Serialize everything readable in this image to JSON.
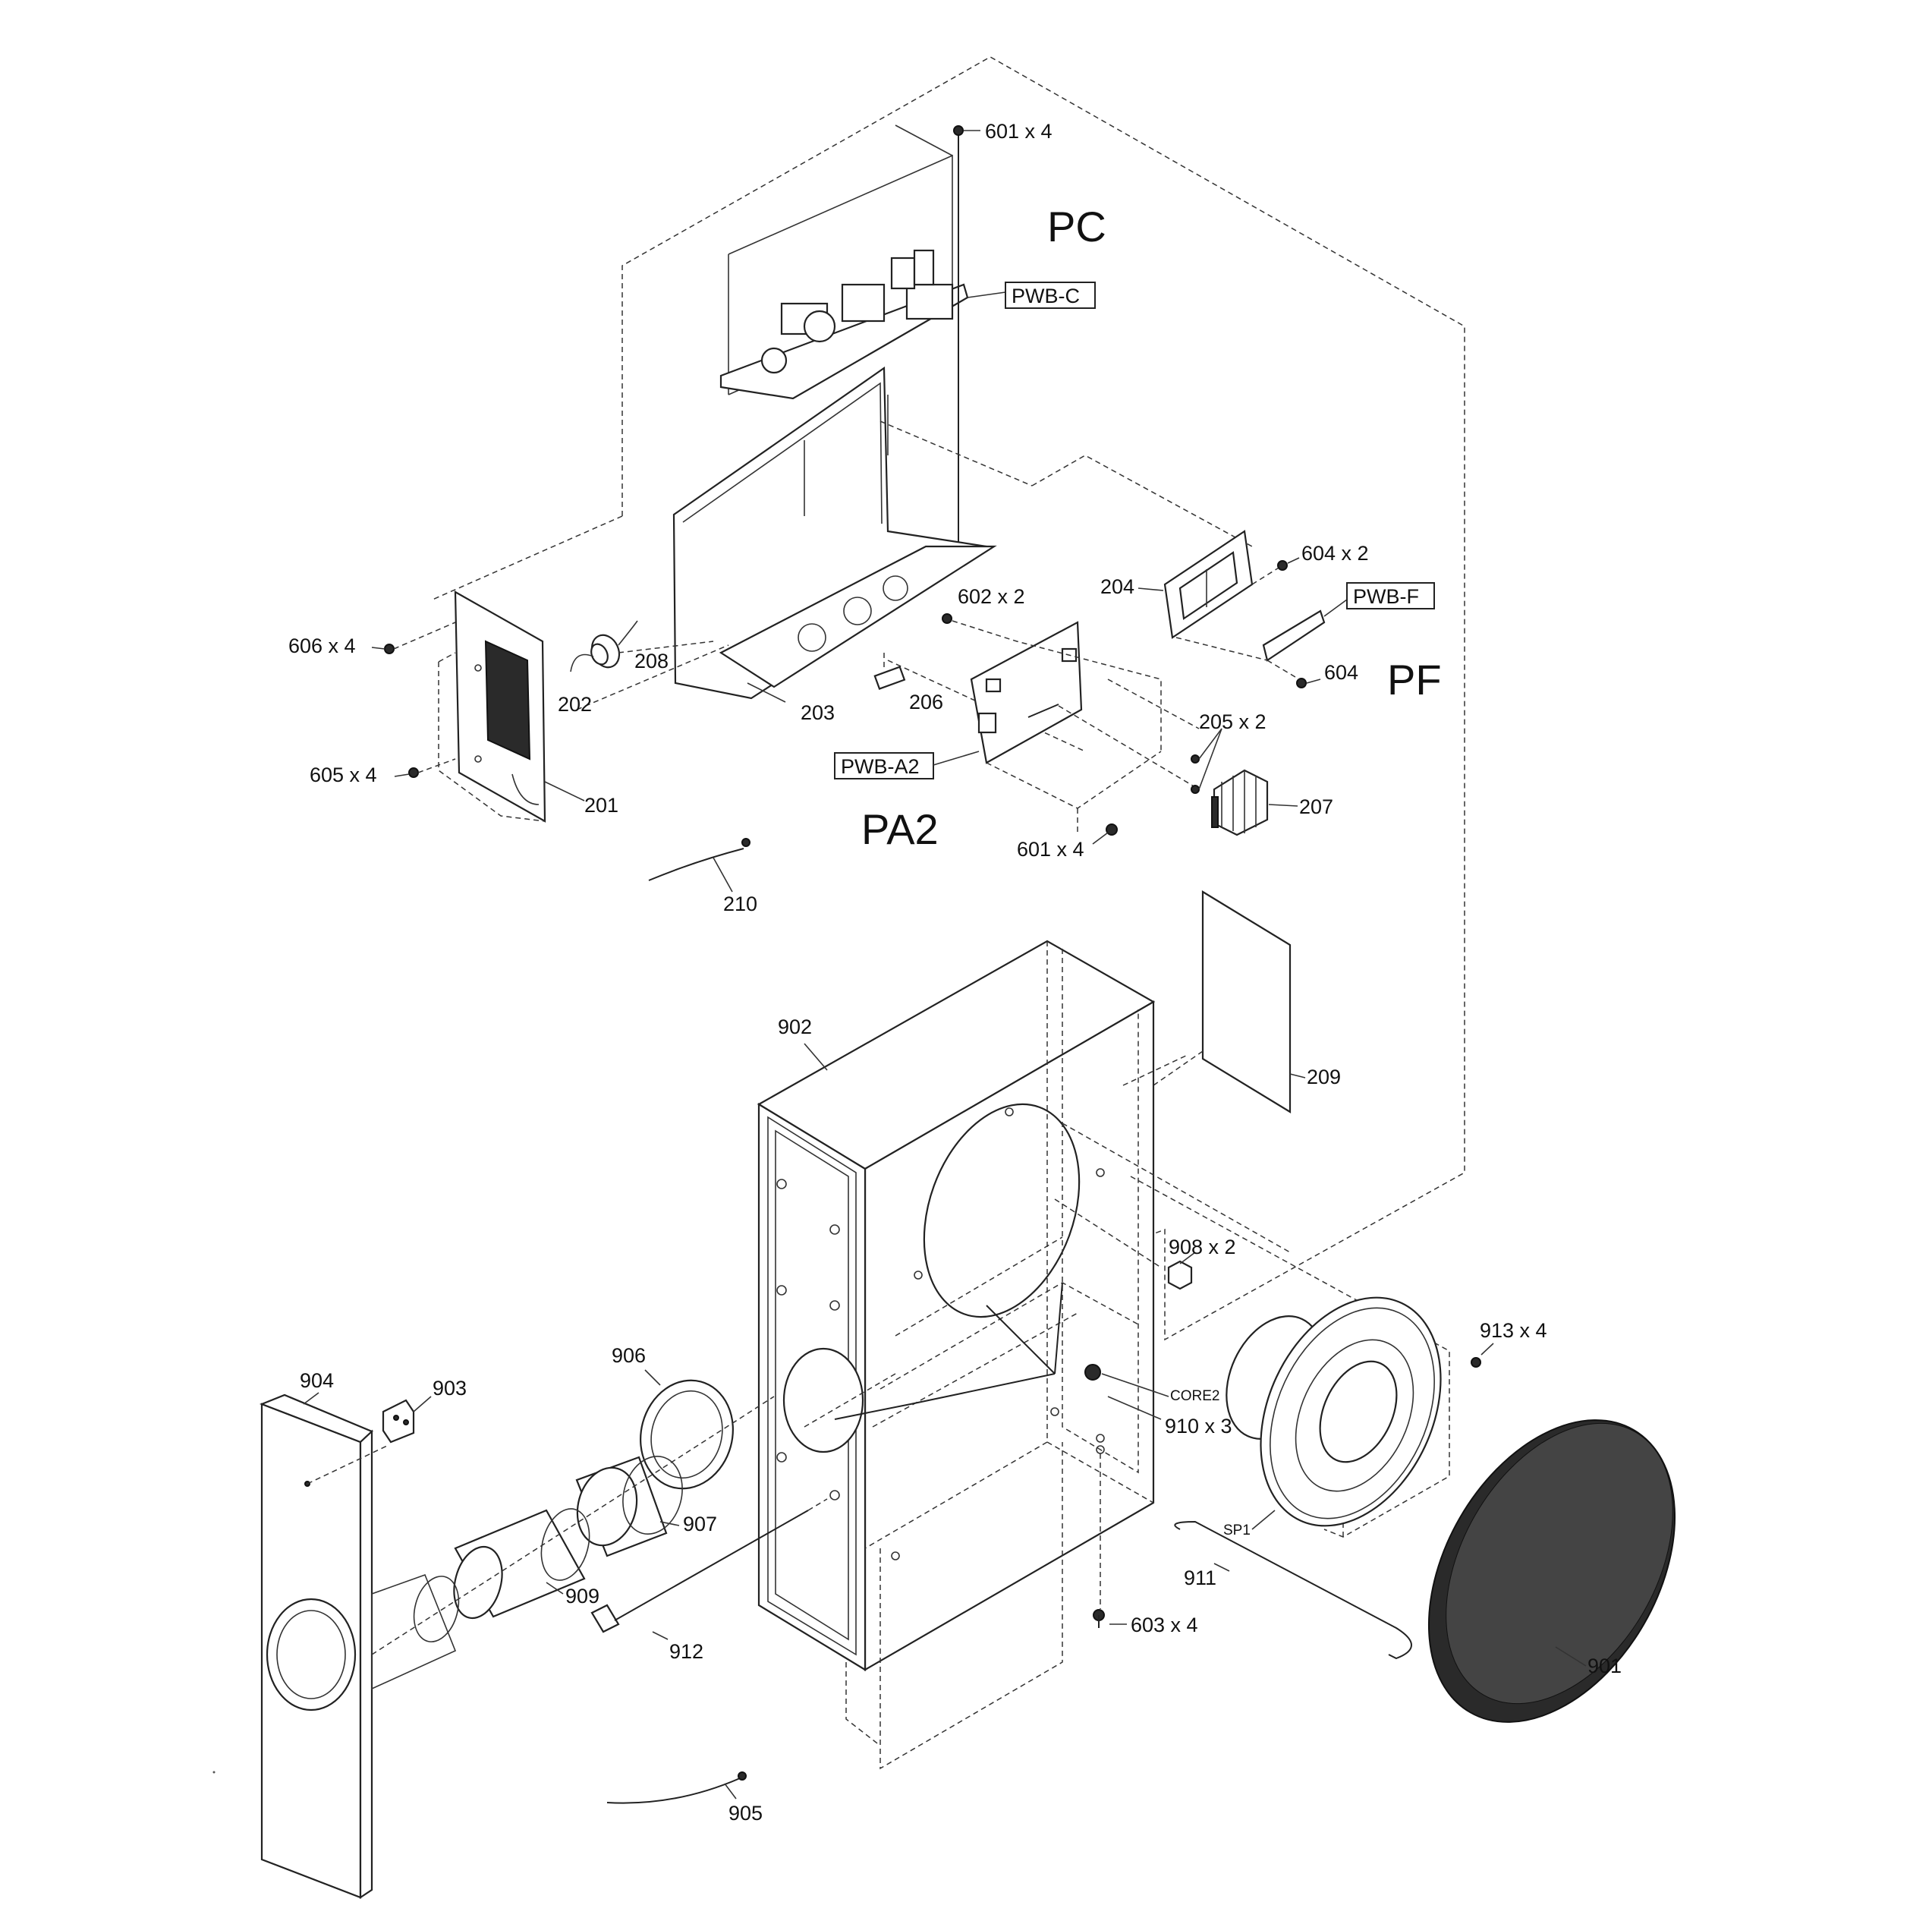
{
  "sections": {
    "pc": "PC",
    "pa2": "PA2",
    "pf": "PF"
  },
  "boards": {
    "pwb_c": "PWB-C",
    "pwb_a2": "PWB-A2",
    "pwb_f": "PWB-F"
  },
  "labels": {
    "l601_top": "601 x 4",
    "l601_bot": "601 x 4",
    "l602": "602 x 2",
    "l603": "603 x 4",
    "l604x2": "604 x 2",
    "l604": "604",
    "l605": "605 x 4",
    "l606": "606 x 4",
    "l201": "201",
    "l202": "202",
    "l203": "203",
    "l204": "204",
    "l205": "205 x 2",
    "l206": "206",
    "l207": "207",
    "l208": "208",
    "l209": "209",
    "l210": "210",
    "l901": "901",
    "l902": "902",
    "l903": "903",
    "l904": "904",
    "l905": "905",
    "l906": "906",
    "l907": "907",
    "l908": "908 x 2",
    "l909": "909",
    "l910": "910 x 3",
    "l911": "911",
    "l912": "912",
    "l913": "913 x 4",
    "core2": "CORE2",
    "sp1": "SP1"
  }
}
